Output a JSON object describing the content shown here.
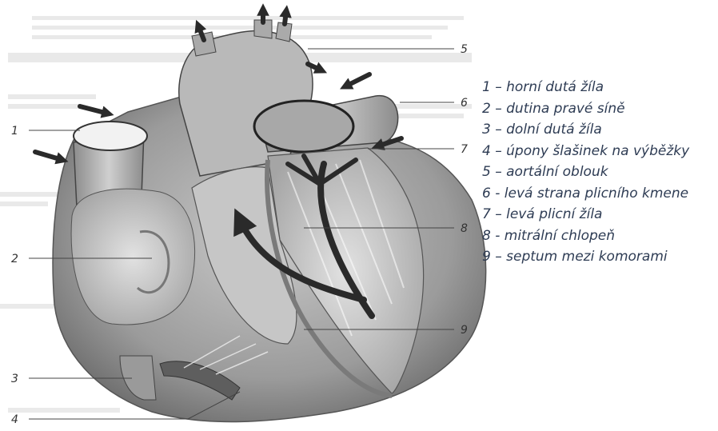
{
  "colors": {
    "legend_text": "#2e3c54",
    "callout_line": "#444444",
    "arrow": "#2a2a2a"
  },
  "callouts": [
    {
      "label": "1"
    },
    {
      "label": "2"
    },
    {
      "label": "3"
    },
    {
      "label": "4"
    },
    {
      "label": "5"
    },
    {
      "label": "6"
    },
    {
      "label": "7"
    },
    {
      "label": "8"
    },
    {
      "label": "9"
    }
  ],
  "legend": [
    "1 – horní dutá žíla",
    "2 – dutina pravé síně",
    "3 – dolní dutá žíla",
    "4 – úpony šlašinek na výběžky",
    "5 – aortální oblouk",
    "6 - levá strana plicního kmene",
    "7 – levá plicní žíla",
    "8 - mitrální chlopeň",
    "9 – septum mezi komorami"
  ]
}
